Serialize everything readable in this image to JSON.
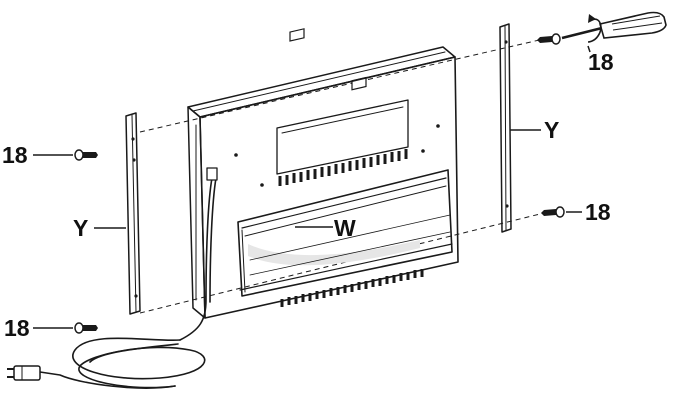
{
  "labels": {
    "screw_top_right": "18",
    "screw_top_left": "18",
    "screw_mid_right": "18",
    "screw_bottom_left": "18",
    "bracket_right": "Y",
    "bracket_left": "Y",
    "unit": "W"
  },
  "colors": {
    "line": "#1a1a1a",
    "fill": "#ffffff",
    "shade": "#e6e6e6"
  }
}
